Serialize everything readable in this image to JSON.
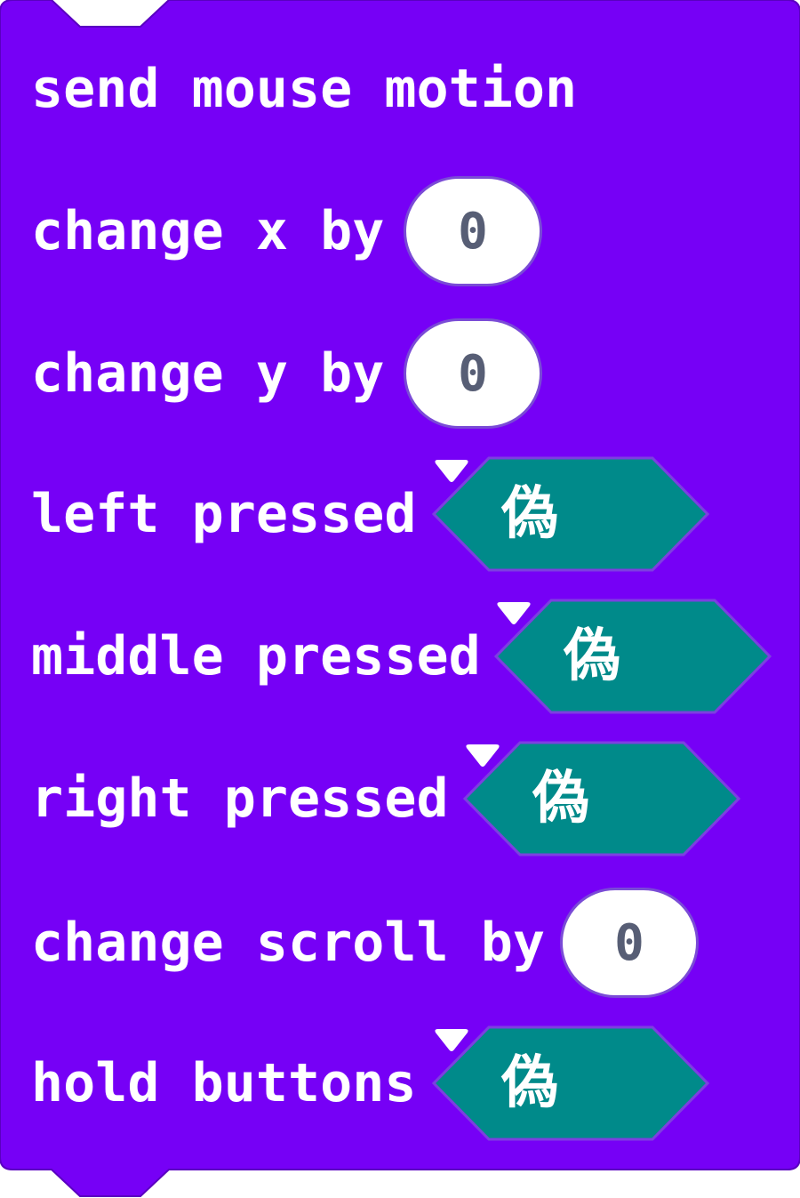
{
  "block": {
    "title": "send mouse motion",
    "colors": {
      "block_fill": "#7600f6",
      "block_stroke": "#5a00c0",
      "dropdown_fill": "#008a8a",
      "dropdown_stroke": "#7d3fe0",
      "input_text": "#575e75"
    },
    "rows": {
      "change_x": {
        "label": "change x by",
        "value": "0"
      },
      "change_y": {
        "label": "change y by",
        "value": "0"
      },
      "left_pressed": {
        "label": "left pressed",
        "value": "偽",
        "icon": "chevron-down-icon"
      },
      "middle_pressed": {
        "label": "middle pressed",
        "value": "偽",
        "icon": "chevron-down-icon"
      },
      "right_pressed": {
        "label": "right pressed",
        "value": "偽",
        "icon": "chevron-down-icon"
      },
      "change_scroll": {
        "label": "change scroll by",
        "value": "0"
      },
      "hold_buttons": {
        "label": "hold buttons",
        "value": "偽",
        "icon": "chevron-down-icon"
      }
    }
  }
}
